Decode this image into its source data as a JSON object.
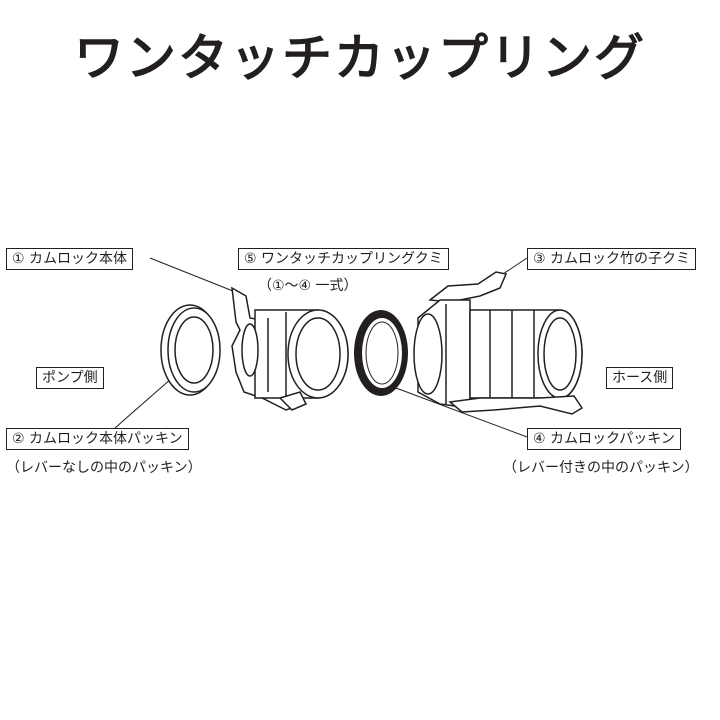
{
  "title": "ワンタッチカップリング",
  "labels": {
    "part1": "① カムロック本体",
    "part5": "⑤ ワンタッチカップリングクミ",
    "part5_sub": "（①～④ 一式）",
    "part3": "③ カムロック竹の子クミ",
    "pump_side": "ポンプ側",
    "hose_side": "ホース側",
    "part2": "② カムロック本体パッキン",
    "part2_sub": "（レバーなしの中のパッキン）",
    "part4": "④ カムロックパッキン",
    "part4_sub": "（レバー付きの中のパッキン）"
  },
  "colors": {
    "line": "#231f20",
    "fill": "#ffffff",
    "shade": "#e6e6e6"
  }
}
